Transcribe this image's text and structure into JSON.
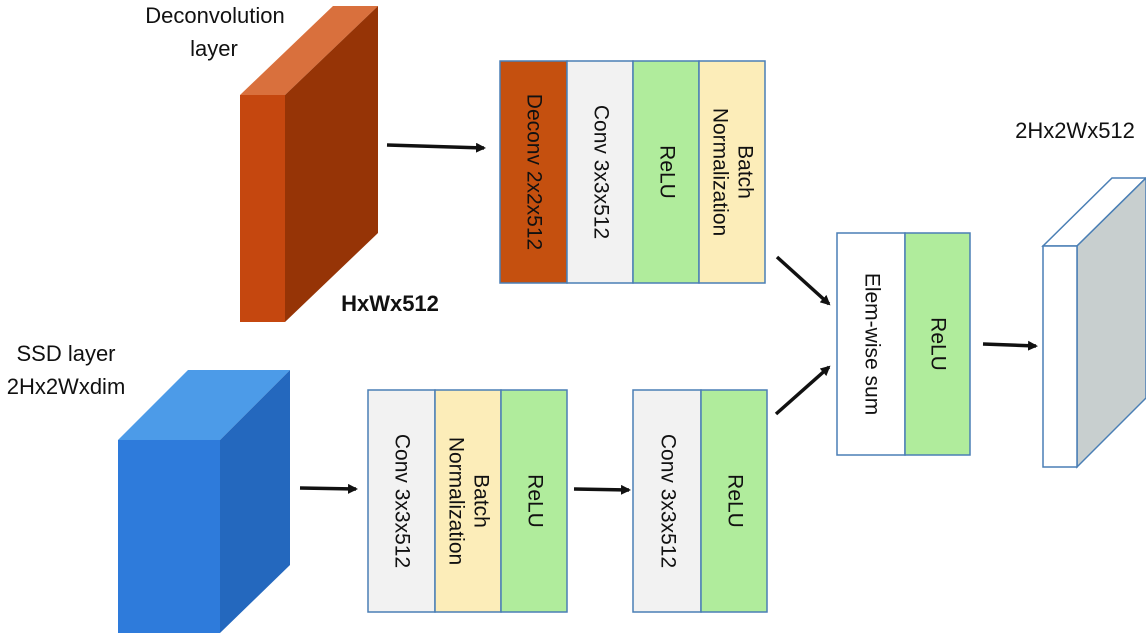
{
  "labels": {
    "deconv_layer_line1": "Deconvolution",
    "deconv_layer_line2": "layer",
    "deconv_dims": "HxWx512",
    "ssd_layer_line1": "SSD layer",
    "ssd_layer_line2": "2Hx2Wxdim",
    "output_dims": "2Hx2Wx512"
  },
  "deconv_branch": {
    "deconv": "Deconv 2x2x512",
    "conv": "Conv 3x3x512",
    "relu": "ReLU",
    "bn_line1": "Batch",
    "bn_line2": "Normalization"
  },
  "ssd_branch_block1": {
    "conv": "Conv 3x3x512",
    "bn_line1": "Batch",
    "bn_line2": "Normalization",
    "relu": "ReLU"
  },
  "ssd_branch_block2": {
    "conv": "Conv 3x3x512",
    "relu": "ReLU"
  },
  "merge": {
    "sum": "Elem-wise sum",
    "relu": "ReLU"
  },
  "colors": {
    "deconv_front": "#C5470F",
    "deconv_side": "#963406",
    "deconv_top": "#D9703D",
    "ssd_front": "#2E7BDB",
    "ssd_side": "#2468BE",
    "ssd_top": "#4C9BE8",
    "out_front": "#FFFFFF",
    "out_side": "#C8CFCF",
    "block_border": "#4A7FB5",
    "deconv_fill": "#C5500F",
    "conv_fill": "#F2F2F2",
    "relu_fill": "#B0EC9C",
    "bn_fill": "#FCEDB9",
    "sum_fill": "#FFFFFF"
  }
}
